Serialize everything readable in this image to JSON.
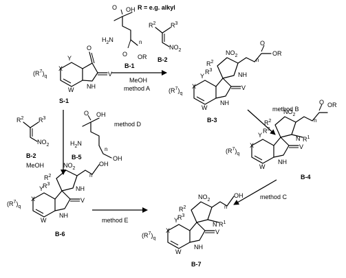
{
  "header": {
    "r_definition": "R = e.g. alkyl"
  },
  "labels": {
    "S1": "S-1",
    "B1": "B-1",
    "B2": "B-2",
    "B2b": "B-2",
    "B3": "B-3",
    "B4": "B-4",
    "B5": "B-5",
    "B6": "B-6",
    "B7": "B-7"
  },
  "conditions": {
    "meoh_top": "MeOH",
    "method_a": "method A",
    "method_b": "method B",
    "method_c": "method C",
    "method_d": "method D",
    "meoh_left": "MeOH",
    "method_e": "method E"
  },
  "atoms": {
    "R": "R",
    "R1": "R",
    "R2": "R",
    "R3": "R",
    "r7q": "(R",
    "X": "X",
    "Y": "Y",
    "W": "W",
    "V": "V",
    "O": "O",
    "OH": "OH",
    "OR": "OR",
    "NH": "NH",
    "N": "N",
    "H2N": "H",
    "NO2": "NO",
    "n": "n",
    "q": "q",
    "sup7": "7",
    "sup1": "1",
    "sup2": "2",
    "sup3": "3",
    "sub2": "2"
  },
  "arrows": [
    {
      "id": "method-a-arrow",
      "from": "S-1",
      "to": "B-3"
    },
    {
      "id": "method-b-arrow",
      "from": "B-3",
      "to": "B-4"
    },
    {
      "id": "method-d-arrow",
      "from": "S-1",
      "to": "B-6"
    },
    {
      "id": "method-e-arrow",
      "from": "B-6",
      "to": "B-7"
    },
    {
      "id": "method-c-arrow",
      "from": "B-4",
      "to": "B-7"
    }
  ]
}
